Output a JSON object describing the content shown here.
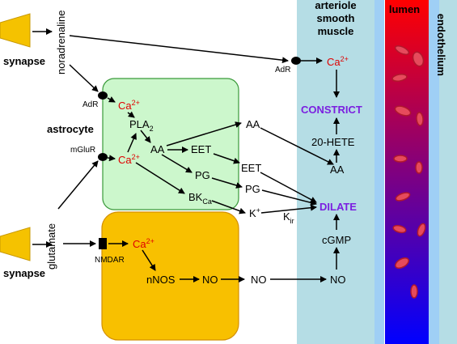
{
  "labels": {
    "synapse_top": "synapse",
    "synapse_bottom": "synapse",
    "noradrenaline": "noradrenaline",
    "glutamate": "glutamate",
    "astrocyte": "astrocyte",
    "adr_astro": "AdR",
    "mglur": "mGluR",
    "nmdar": "NMDAR",
    "adr_muscle": "AdR",
    "arteriole_line1": "arteriole",
    "arteriole_line2": "smooth",
    "arteriole_line3": "muscle",
    "lumen": "lumen",
    "endothelium": "endothelium",
    "ca": "Ca",
    "ca_charge": "2+",
    "pla": "PLA",
    "pla_sub": "2",
    "aa": "AA",
    "eet": "EET",
    "pg": "PG",
    "bk": "BK",
    "bk_sub": "Ca",
    "k": "K",
    "k_charge": "+",
    "kir": "K",
    "kir_sub": "ir",
    "nnos": "nNOS",
    "no": "NO",
    "cgmp": "cGMP",
    "hete": "20-HETE",
    "constrict": "CONSTRICT",
    "dilate": "DILATE"
  },
  "colors": {
    "synapse": "#f5c200",
    "astrocyte_fill": "#ccf7cc",
    "astrocyte_stroke": "#3a9a3a",
    "neuron_fill": "#f8c000",
    "neuron_stroke": "#d49000",
    "muscle": "#b5dde5",
    "endothelium": "#9fcff5",
    "lumen_top": "#ff0000",
    "lumen_bottom": "#0000ff",
    "calcium": "#e00000",
    "outcome": "#7b1fe0",
    "blood_cell": "#e64a5c"
  },
  "icons": {
    "synapse": "trapezoid-terminal-icon",
    "receptor": "black-oval-receptor-icon",
    "nmda_receptor": "black-square-receptor-icon",
    "blood_cell": "red-blood-cell-icon"
  }
}
